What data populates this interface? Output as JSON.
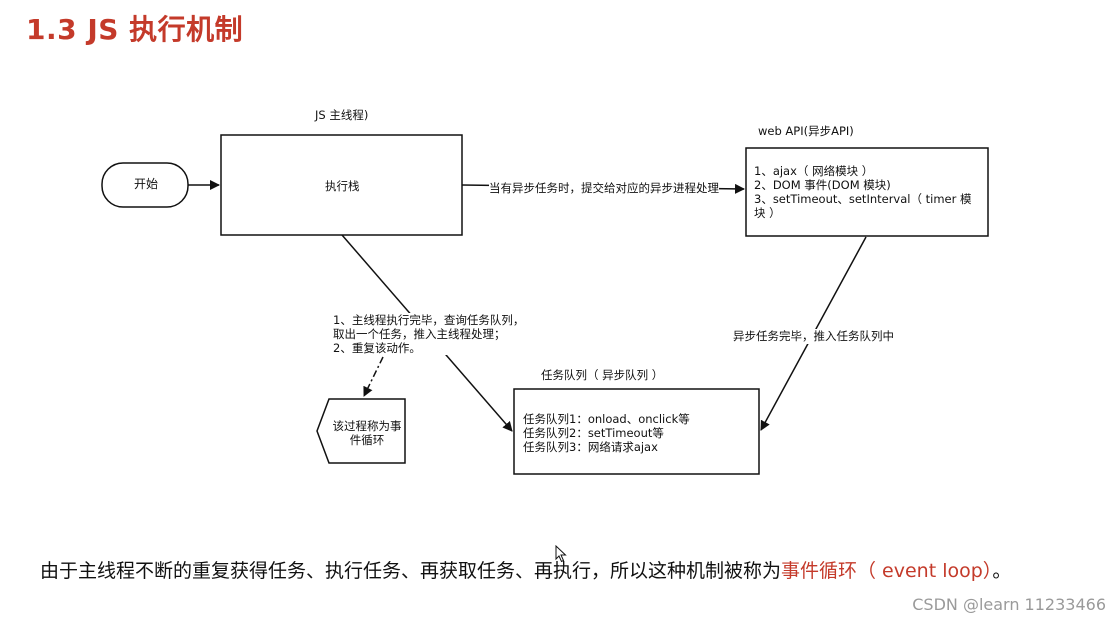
{
  "slide": {
    "title": "1.3 JS 执行机制"
  },
  "diagram": {
    "start_label": "开始",
    "main_thread_title": "JS 主线程)",
    "exec_stack_label": "执行栈",
    "webapi_title": "web API(异步API)",
    "webapi_lines": [
      "1、ajax（ 网络模块 ）",
      "2、DOM 事件(DOM 模块)",
      "3、setTimeout、setInterval（ timer 模",
      "块 ）"
    ],
    "arrow_to_webapi_label": "当有异步任务时，提交给对应的异步进程处理",
    "arrow_to_queue_label": "异步任务完毕，推入任务队列中",
    "loop_note_lines": [
      "1、主线程执行完毕，查询任务队列，",
      "取出一个任务，推入主线程处理；",
      "2、重复该动作。"
    ],
    "event_loop_lines": [
      "该过程称为事",
      "件循环"
    ],
    "queue_title": "任务队列（ 异步队列 ）",
    "queue_lines": [
      "任务队列1：onload、onclick等",
      "任务队列2：setTimeout等",
      "任务队列3：网络请求ajax"
    ]
  },
  "footer": {
    "sentence": "由于主线程不断的重复获得任务、执行任务、再获取任务、再执行，所以这种机制被称为",
    "highlight": "事件循环（ event loop）",
    "end": "。",
    "watermark": "CSDN @learn 11233466"
  },
  "colors": {
    "title": "#c43a2a",
    "highlight": "#c43a2a",
    "stroke": "#111111"
  }
}
